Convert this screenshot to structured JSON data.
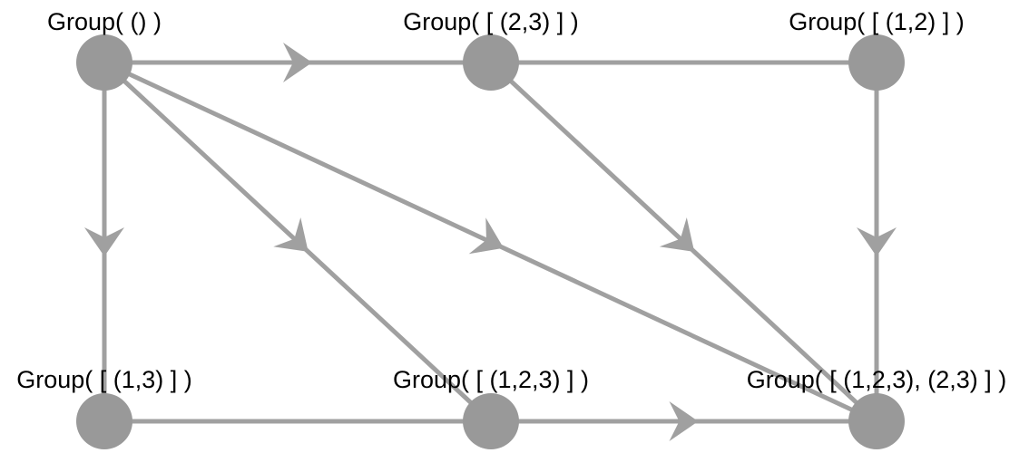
{
  "diagram": {
    "colors": {
      "edge": "#a0a0a0",
      "node": "#999999",
      "label": "#000000",
      "background": "#ffffff"
    },
    "nodes": [
      {
        "id": "trivial",
        "label": "Group( () )"
      },
      {
        "id": "g23",
        "label": "Group( [ (2,3) ] )"
      },
      {
        "id": "g12",
        "label": "Group( [ (1,2) ] )"
      },
      {
        "id": "g13",
        "label": "Group( [ (1,3) ] )"
      },
      {
        "id": "g123",
        "label": "Group( [ (1,2,3) ] )"
      },
      {
        "id": "g123_23",
        "label": "Group( [ (1,2,3), (2,3) ] )"
      }
    ],
    "edges": [
      {
        "from": "trivial",
        "to": "g23",
        "arrow": true
      },
      {
        "from": "g23",
        "to": "g12",
        "arrow": false
      },
      {
        "from": "trivial",
        "to": "g13",
        "arrow": true
      },
      {
        "from": "trivial",
        "to": "g123",
        "arrow": true
      },
      {
        "from": "trivial",
        "to": "g123_23",
        "arrow": true
      },
      {
        "from": "g23",
        "to": "g123_23",
        "arrow": true
      },
      {
        "from": "g12",
        "to": "g123_23",
        "arrow": true
      },
      {
        "from": "g13",
        "to": "g123",
        "arrow": false
      },
      {
        "from": "g123",
        "to": "g123_23",
        "arrow": true
      }
    ]
  }
}
